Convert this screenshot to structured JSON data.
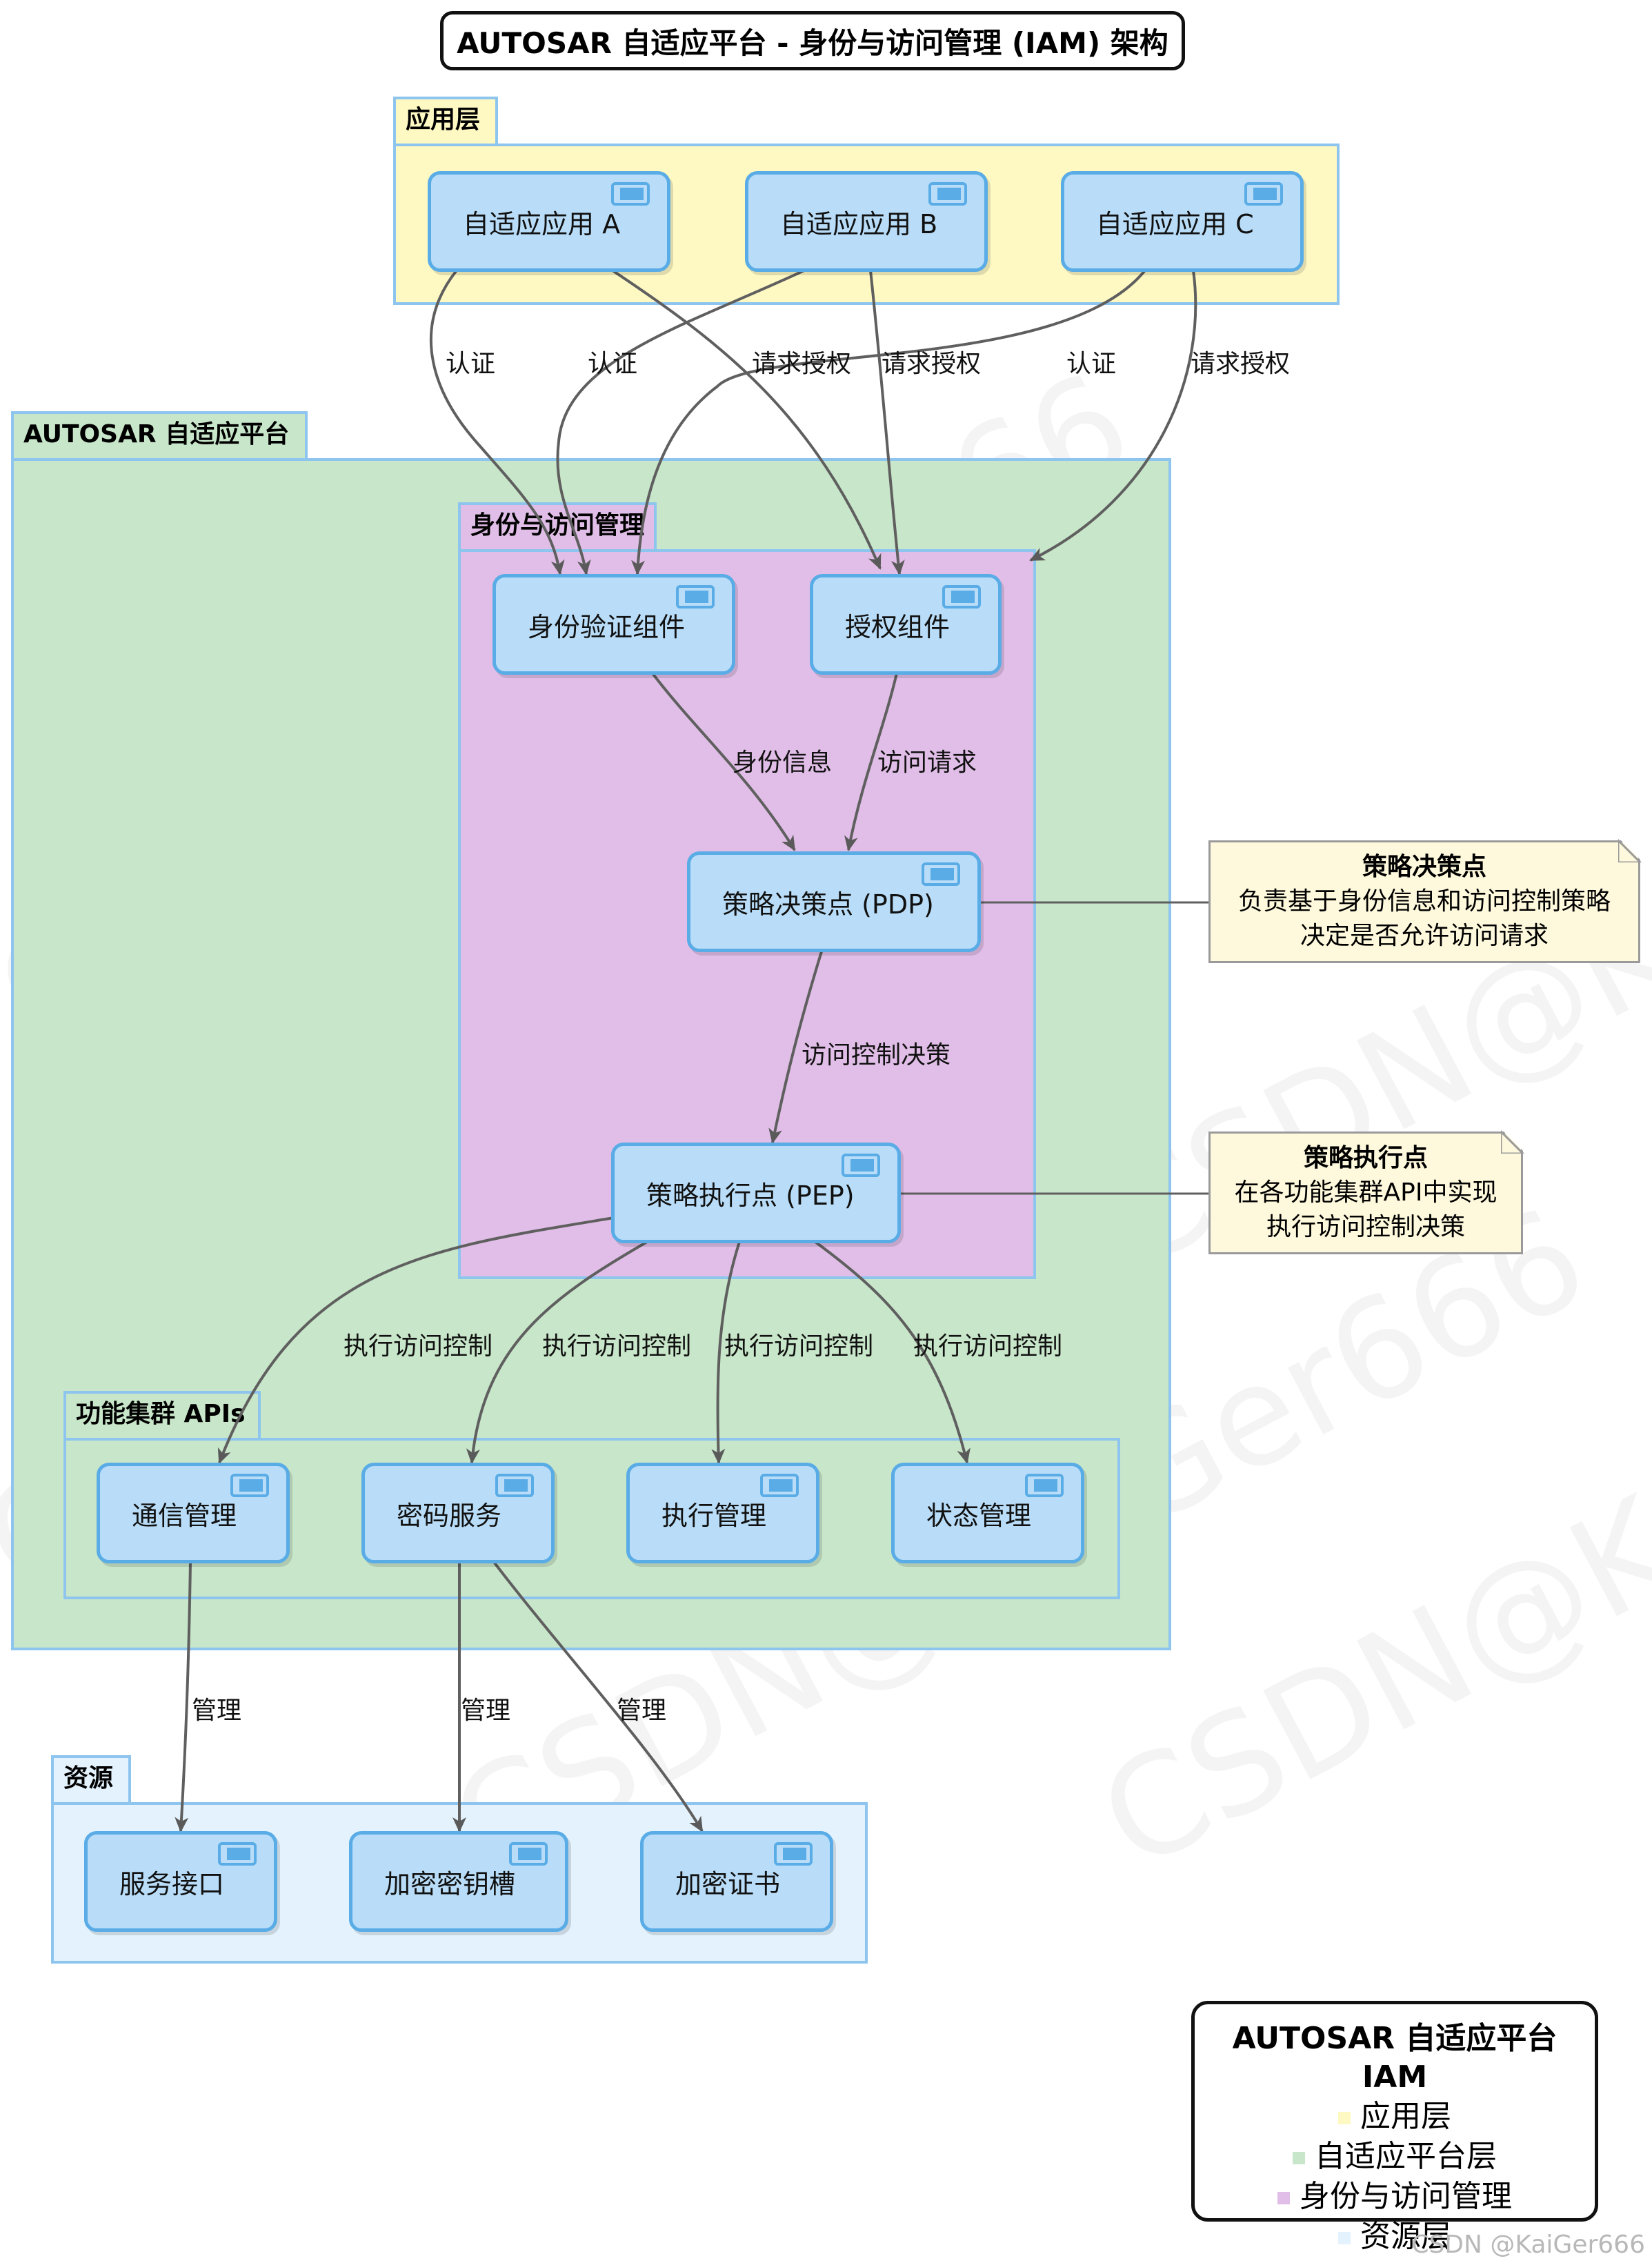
{
  "title": "AUTOSAR 自适应平台 - 身份与访问管理 (IAM) 架构",
  "packages": {
    "app_layer": "应用层",
    "platform": "AUTOSAR 自适应平台",
    "iam": "身份与访问管理",
    "fc_apis": "功能集群 APIs",
    "resources": "资源"
  },
  "components": {
    "app_a": "自适应应用 A",
    "app_b": "自适应应用 B",
    "app_c": "自适应应用 C",
    "authn": "身份验证组件",
    "authz": "授权组件",
    "pdp": "策略决策点 (PDP)",
    "pep": "策略执行点 (PEP)",
    "comm": "通信管理",
    "crypto": "密码服务",
    "exec": "执行管理",
    "state": "状态管理",
    "service_if": "服务接口",
    "key_slot": "加密密钥槽",
    "cert": "加密证书"
  },
  "edge_labels": {
    "a_auth": "认证",
    "b_auth": "认证",
    "a_req": "请求授权",
    "b_req": "请求授权",
    "c_auth": "认证",
    "c_req": "请求授权",
    "identity_info": "身份信息",
    "access_request": "访问请求",
    "ac_decision": "访问控制决策",
    "enforce_1": "执行访问控制",
    "enforce_2": "执行访问控制",
    "enforce_3": "执行访问控制",
    "enforce_4": "执行访问控制",
    "manage_1": "管理",
    "manage_2": "管理",
    "manage_3": "管理"
  },
  "notes": {
    "pdp": {
      "title": "策略决策点",
      "line1": "负责基于身份信息和访问控制策略",
      "line2": "决定是否允许访问请求"
    },
    "pep": {
      "title": "策略执行点",
      "line1": "在各功能集群API中实现",
      "line2": "执行访问控制决策"
    }
  },
  "legend": {
    "title": "AUTOSAR 自适应平台 IAM",
    "items": [
      "应用层",
      "自适应平台层",
      "身份与访问管理",
      "资源层"
    ]
  },
  "watermark": "CSDN@KaiGer666",
  "credit": "CSDN @KaiGer666",
  "colors": {
    "app_layer": "#fef9c3",
    "platform": "#c8e6c9",
    "iam": "#e1bee7",
    "resources": "#e3f2fd",
    "component": "#b9ddf8",
    "component_border": "#5aace6",
    "note": "#fef9dc"
  }
}
